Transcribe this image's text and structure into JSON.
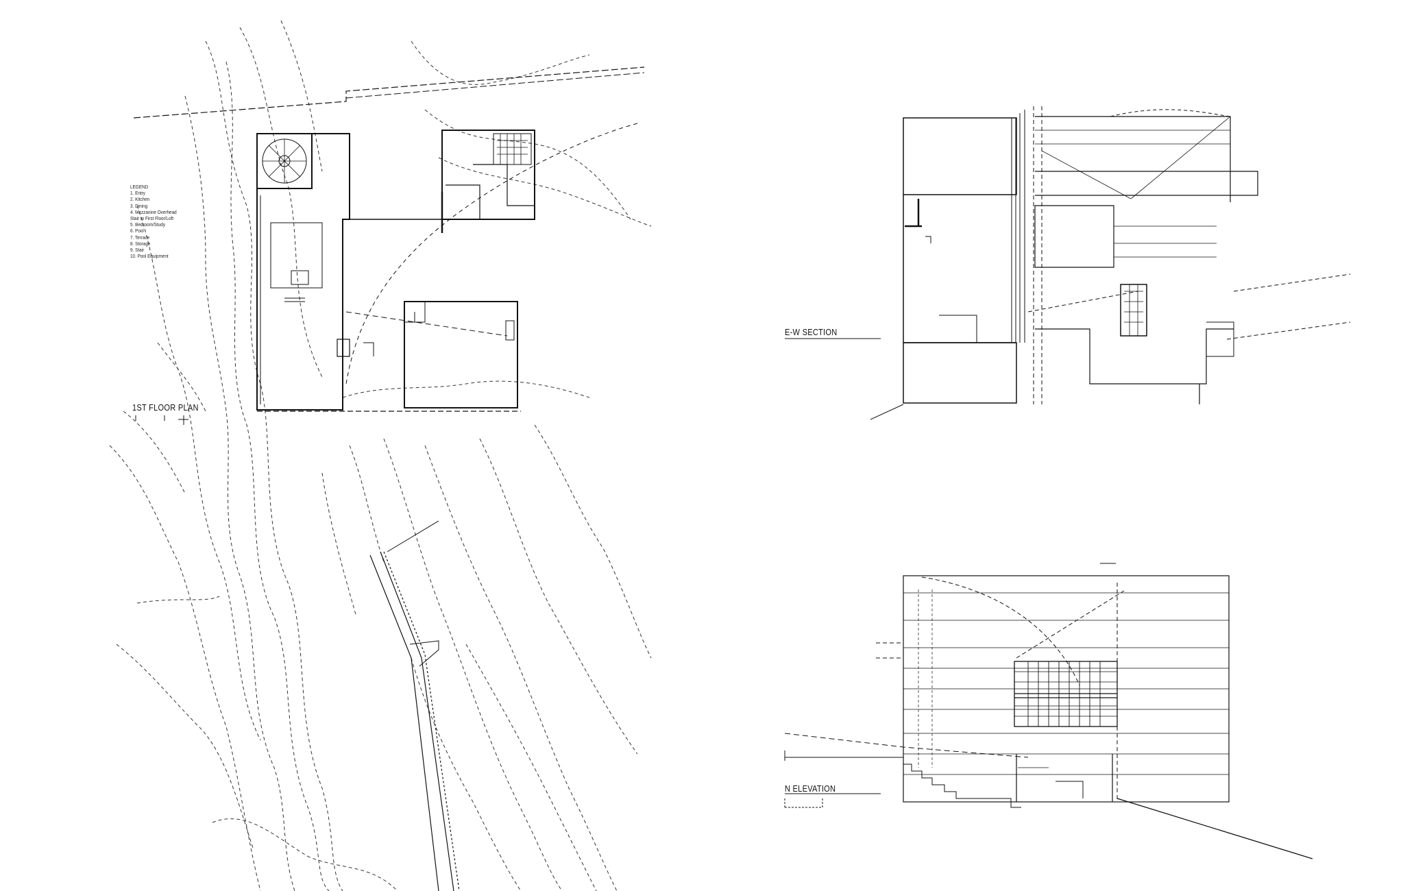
{
  "drawings": {
    "plan": {
      "label": "1ST FLOOR PLAN",
      "legend": {
        "title": "LEGEND",
        "items": [
          "1. Entry",
          "2. Kitchen",
          "3. Dining",
          "4. Mezzanine Overhead",
          "   Stair to First Floor/Loft",
          "5. Bedroom/Study",
          "6. Pool",
          "7. Terrace",
          "8. Storage",
          "9. Stair",
          "10. Pool Equipment"
        ]
      }
    },
    "section": {
      "label": "E-W SECTION"
    },
    "elevation": {
      "label": "N ELEVATION"
    }
  },
  "colors": {
    "line": "#111111",
    "background": "#ffffff"
  }
}
